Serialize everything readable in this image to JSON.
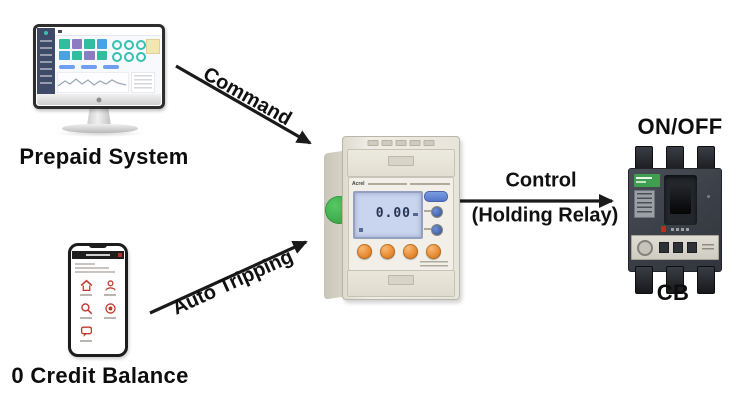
{
  "nodes": {
    "prepaid_system": {
      "label": "Prepaid System"
    },
    "zero_credit": {
      "label": "0 Credit Balance"
    },
    "meter": {
      "brand": "Acrel",
      "lcd_value": "0.00"
    },
    "breaker": {
      "state_label": "ON/OFF",
      "label": "CB"
    }
  },
  "arrows": {
    "command": {
      "label": "Command"
    },
    "auto_tripping": {
      "label": "Auto Tripping"
    },
    "control": {
      "label_line1": "Control",
      "label_line2": "(Holding Relay)"
    }
  },
  "colors": {
    "arrow_black": "#1a1a1a",
    "label_text": "#0d0d0d",
    "meter_lcd_blue": "#c9d4ef",
    "meter_button_orange": "#ef9440",
    "meter_seal_green": "#3bb54a",
    "phone_icon_red": "#c0392b",
    "breaker_label_green": "#3f9e4f",
    "dashboard_teal": "#2fbfa0",
    "dashboard_purple": "#8e7cc3",
    "dashboard_blue": "#4aa3e0"
  }
}
